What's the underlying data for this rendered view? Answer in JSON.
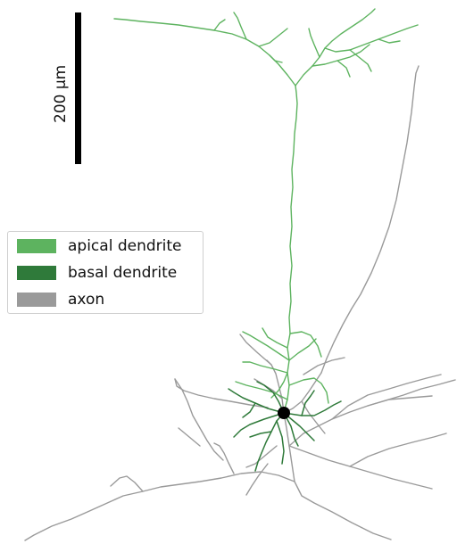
{
  "scale_bar": {
    "label": "200 µm"
  },
  "legend": {
    "items": [
      {
        "label": "apical dendrite",
        "color": "#5db35f"
      },
      {
        "label": "basal dendrite",
        "color": "#2f7a3a"
      },
      {
        "label": "axon",
        "color": "#9a9a9a"
      }
    ]
  },
  "colors": {
    "soma": "#000000",
    "scale_bar": "#000000"
  }
}
